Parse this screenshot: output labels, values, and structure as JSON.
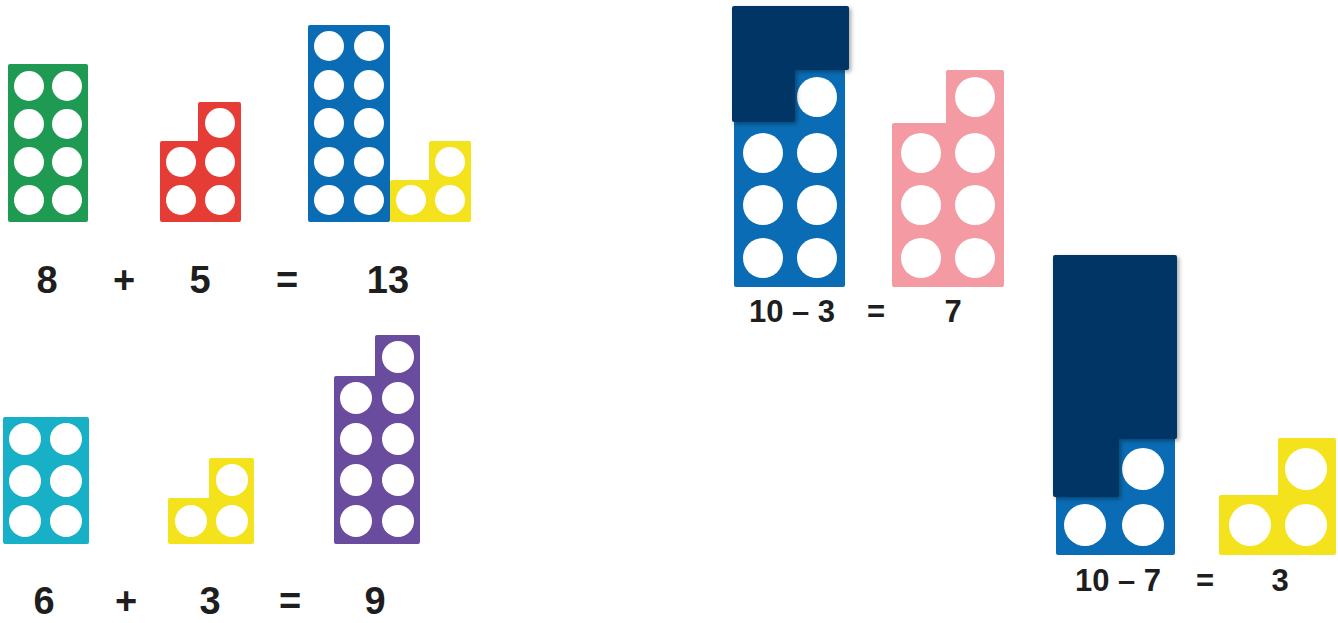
{
  "diagram": {
    "labels": [
      "8",
      "+",
      "5",
      "=",
      "13",
      "10 – 3",
      "=",
      "7",
      "6",
      "+",
      "3",
      "=",
      "9",
      "10 – 7",
      "=",
      "3"
    ]
  }
}
